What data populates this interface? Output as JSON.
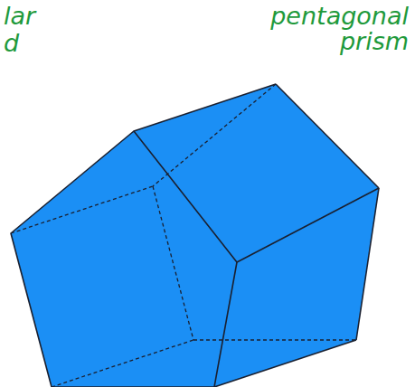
{
  "diagram": {
    "labels": [
      "lar",
      "d",
      "pentagonal prism"
    ]
  }
}
